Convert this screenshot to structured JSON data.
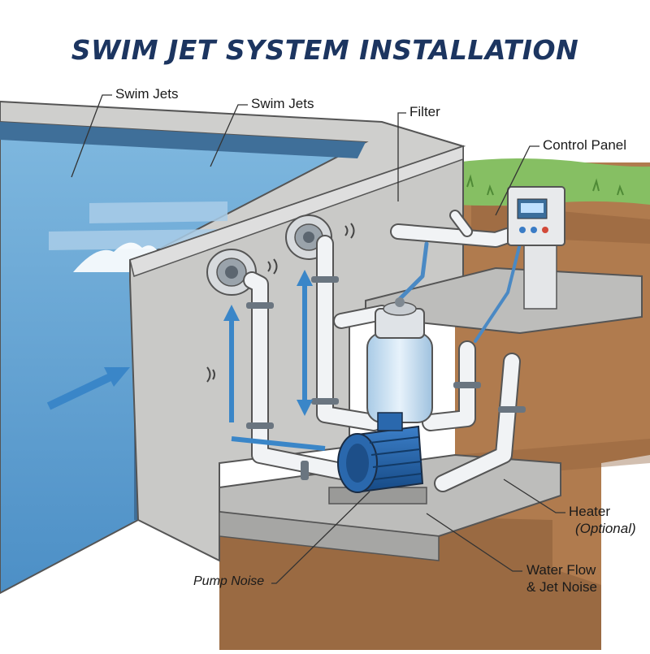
{
  "title": "SWIM JET SYSTEM INSTALLATION",
  "labels": {
    "swim_jets_1": "Swim Jets",
    "swim_jets_2": "Swim Jets",
    "filter": "Filter",
    "control_panel": "Control Panel",
    "heater": "Heater",
    "heater_optional": "(Optional)",
    "pump_noise": "Pump Noise",
    "water_flow_1": "Water Flow",
    "water_flow_2": "& Jet Noise"
  },
  "colors": {
    "title": "#1c3560",
    "water": "#5f9fcf",
    "concrete": "#c9c9c7",
    "soil": "#a8744a",
    "grass": "#79b55a",
    "pipe": "#f1f3f5",
    "pump": "#1f5fa8",
    "flow_arrow": "#3a86c8"
  }
}
